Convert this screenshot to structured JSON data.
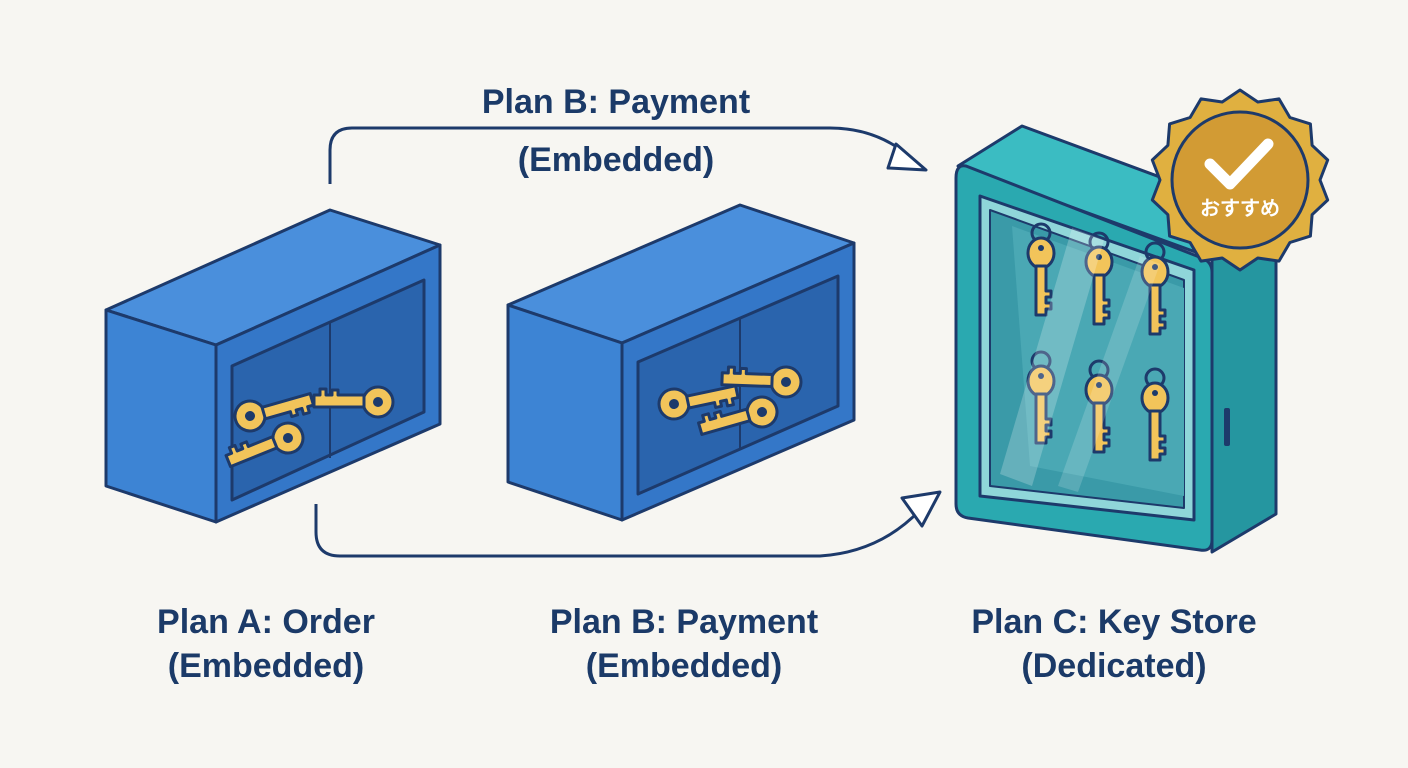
{
  "arrow_label": {
    "line1": "Plan B: Payment",
    "line2": "(Embedded)"
  },
  "plans": [
    {
      "title": "Plan A: Order",
      "subtitle": "(Embedded)"
    },
    {
      "title": "Plan B: Payment",
      "subtitle": "(Embedded)"
    },
    {
      "title": "Plan C: Key Store",
      "subtitle": "(Dedicated)"
    }
  ],
  "badge": {
    "text": "おすすめ",
    "icon": "checkmark-icon"
  },
  "colors": {
    "outline": "#1d3a6b",
    "box_blue": "#3d84d4",
    "box_blue_front": "#3477c8",
    "box_inner": "#2a64ad",
    "cabinet_teal": "#2aa9b0",
    "key_gold": "#f2c45a",
    "badge_gold": "#d9a63a",
    "text": "#1b3a68"
  }
}
